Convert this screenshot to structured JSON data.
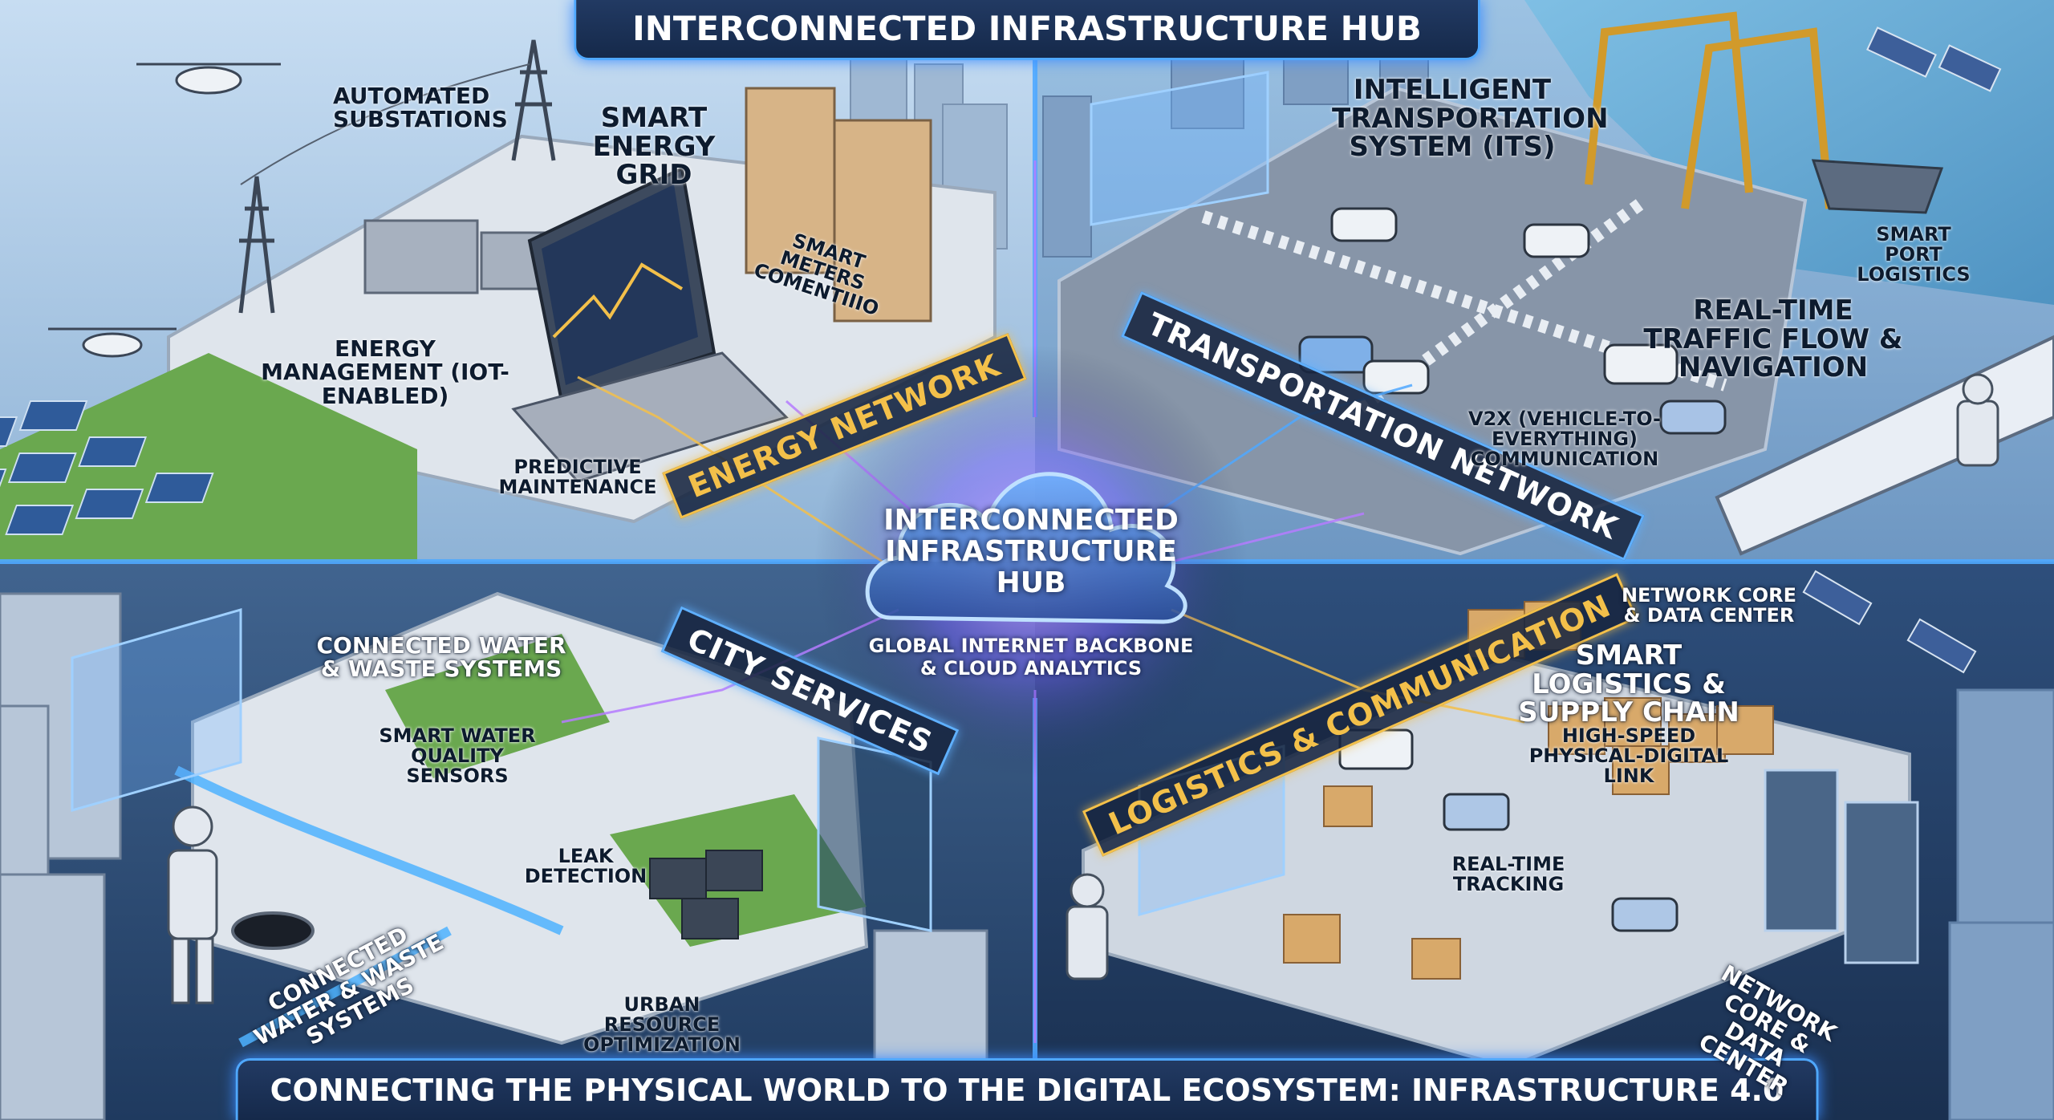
{
  "header": {
    "title": "INTERCONNECTED INFRASTRUCTURE HUB"
  },
  "footer": {
    "caption": "CONNECTING THE PHYSICAL WORLD TO THE DIGITAL ECOSYSTEM: INFRASTRUCTURE 4.0"
  },
  "hub": {
    "title": "INTERCONNECTED INFRASTRUCTURE HUB",
    "subtitle": "GLOBAL INTERNET BACKBONE & CLOUD ANALYTICS"
  },
  "sections": {
    "energy": "ENERGY NETWORK",
    "transport": "TRANSPORTATION NETWORK",
    "city": "CITY SERVICES",
    "logistics": "LOGISTICS & COMMUNICATION"
  },
  "labels": {
    "automated_substations": "AUTOMATED SUBSTATIONS",
    "smart_energy_grid": "SMART ENERGY GRID",
    "smart_meters": "SMART METERS COMENTIIIO",
    "energy_management": "ENERGY MANAGEMENT (IOT-ENABLED)",
    "predictive_maintenance": "PREDICTIVE MAINTENANCE",
    "its": "INTELLIGENT TRANSPORTATION SYSTEM (ITS)",
    "smart_port": "SMART PORT LOGISTICS",
    "traffic_flow": "REAL-TIME TRAFFIC FLOW & NAVIGATION",
    "v2x": "V2X (VEHICLE-TO-EVERYTHING) COMMUNICATION",
    "water_waste_top": "CONNECTED WATER & WASTE SYSTEMS",
    "water_sensors": "SMART WATER QUALITY SENSORS",
    "leak_detection": "LEAK DETECTION",
    "urban_resource": "URBAN RESOURCE OPTIMIZATION",
    "water_waste_bottom": "CONNECTED WATER & WASTE SYSTEMS",
    "network_core_top": "NETWORK CORE & DATA CENTER",
    "smart_logistics": "SMART LOGISTICS & SUPPLY CHAIN",
    "high_speed_link": "HIGH-SPEED PHYSICAL-DIGITAL LINK",
    "realtime_tracking": "REAL-TIME TRACKING",
    "network_core_bottom": "NETWORK CORE & DATA CENTER"
  },
  "colors": {
    "frame_glow": "#4fa8ff",
    "energy_accent": "#f3c04a",
    "hub_glow": "#b57bff",
    "sky": "#a9c9e8",
    "water": "#5fb0d8",
    "grass": "#6aa84f"
  }
}
